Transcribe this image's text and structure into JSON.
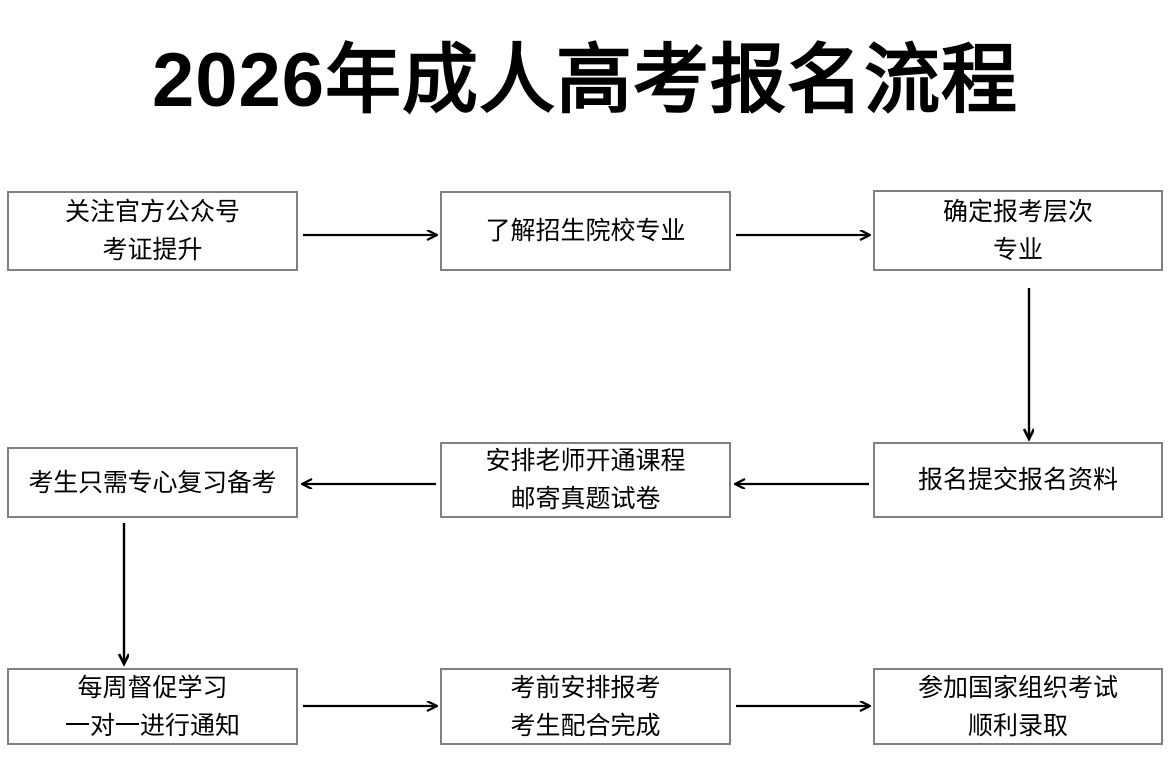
{
  "page": {
    "title": "2026年成人高考报名流程",
    "background_color": "#ffffff",
    "text_color": "#000000",
    "box_border_color": "#808080",
    "arrow_color": "#000000"
  },
  "chart_data": {
    "type": "diagram",
    "diagram_kind": "flowchart",
    "title": "2026年成人高考报名流程",
    "layout": "3x3 grid, boustrophedon (left-to-right, then down, then right-to-left, then down, then left-to-right)",
    "nodes": [
      {
        "id": "n1",
        "row": 1,
        "col": 1,
        "lines": [
          "关注官方公众号",
          "考证提升"
        ]
      },
      {
        "id": "n2",
        "row": 1,
        "col": 2,
        "lines": [
          "了解招生院校专业"
        ]
      },
      {
        "id": "n3",
        "row": 1,
        "col": 3,
        "lines": [
          "确定报考层次",
          "专业"
        ]
      },
      {
        "id": "n4",
        "row": 2,
        "col": 1,
        "lines": [
          "考生只需专心复习备考"
        ]
      },
      {
        "id": "n5",
        "row": 2,
        "col": 2,
        "lines": [
          "安排老师开通课程",
          "邮寄真题试卷"
        ]
      },
      {
        "id": "n6",
        "row": 2,
        "col": 3,
        "lines": [
          "报名提交报名资料"
        ]
      },
      {
        "id": "n7",
        "row": 3,
        "col": 1,
        "lines": [
          "每周督促学习",
          "一对一进行通知"
        ]
      },
      {
        "id": "n8",
        "row": 3,
        "col": 2,
        "lines": [
          "考前安排报考",
          "考生配合完成"
        ]
      },
      {
        "id": "n9",
        "row": 3,
        "col": 3,
        "lines": [
          "参加国家组织考试",
          "顺利录取"
        ]
      }
    ],
    "edges": [
      {
        "from": "n1",
        "to": "n2",
        "direction": "right"
      },
      {
        "from": "n2",
        "to": "n3",
        "direction": "right"
      },
      {
        "from": "n3",
        "to": "n6",
        "direction": "down"
      },
      {
        "from": "n6",
        "to": "n5",
        "direction": "left"
      },
      {
        "from": "n5",
        "to": "n4",
        "direction": "left"
      },
      {
        "from": "n4",
        "to": "n7",
        "direction": "down"
      },
      {
        "from": "n7",
        "to": "n8",
        "direction": "right"
      },
      {
        "from": "n8",
        "to": "n9",
        "direction": "right"
      }
    ]
  }
}
